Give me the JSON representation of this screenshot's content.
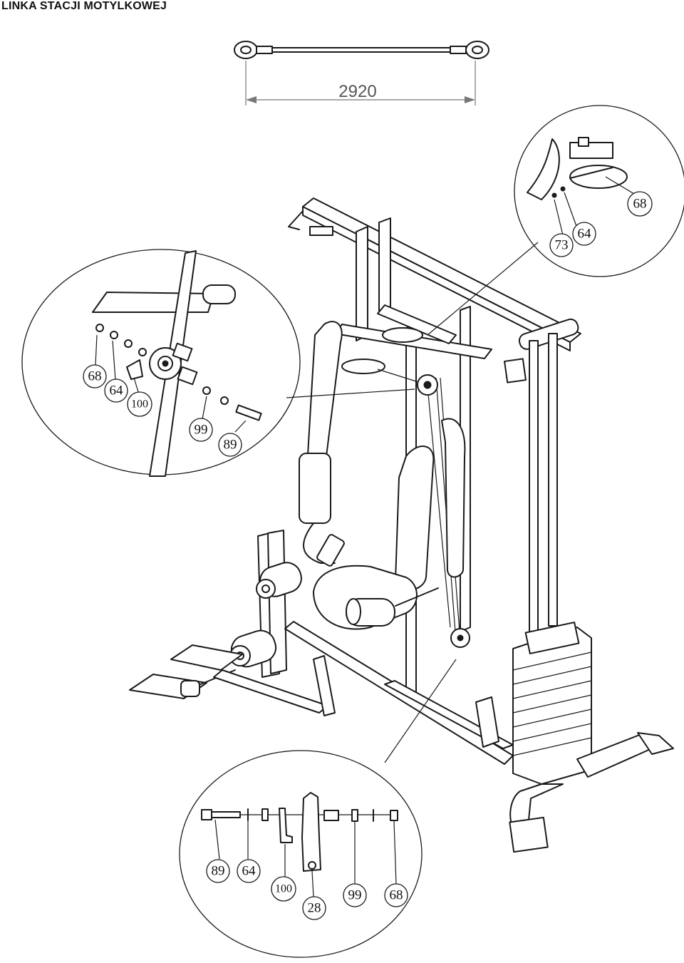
{
  "title": "LINKA STACJI MOTYLKOWEJ",
  "cable": {
    "length": "2920"
  },
  "callouts": {
    "top_right": [
      "73",
      "64",
      "68"
    ],
    "left": [
      "68",
      "64",
      "100",
      "99",
      "89"
    ],
    "bottom": [
      "89",
      "64",
      "100",
      "28",
      "99",
      "68"
    ]
  },
  "colors": {
    "line": "#1a1a1a",
    "background": "#ffffff",
    "dimension": "#555555"
  }
}
